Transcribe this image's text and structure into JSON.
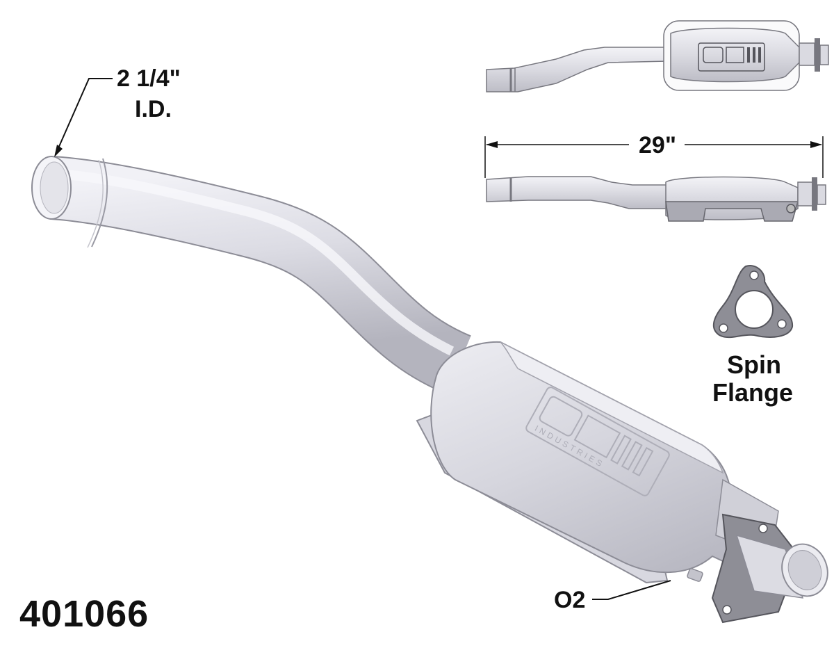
{
  "labels": {
    "inlet_size_line1": "2 1/4\"",
    "inlet_size_line2": "I.D.",
    "overall_length": "29\"",
    "flange_line1": "Spin",
    "flange_line2": "Flange",
    "sensor": "O2",
    "part_number": "401066"
  },
  "logo_text": "INDUSTRIES",
  "colors": {
    "metal_light": "#e9e9ef",
    "metal_mid": "#cfcfd8",
    "metal_dark": "#a9a9b4",
    "gasket": "#8e8e96",
    "ink": "#111111"
  }
}
